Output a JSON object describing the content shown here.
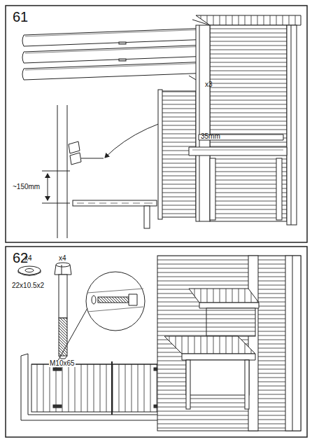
{
  "diagram": {
    "labels": [
      "61",
      "x3",
      "35mm",
      "~150mm",
      "62",
      "x4",
      "22x10.5x2",
      "x4",
      "M10x65"
    ]
  }
}
